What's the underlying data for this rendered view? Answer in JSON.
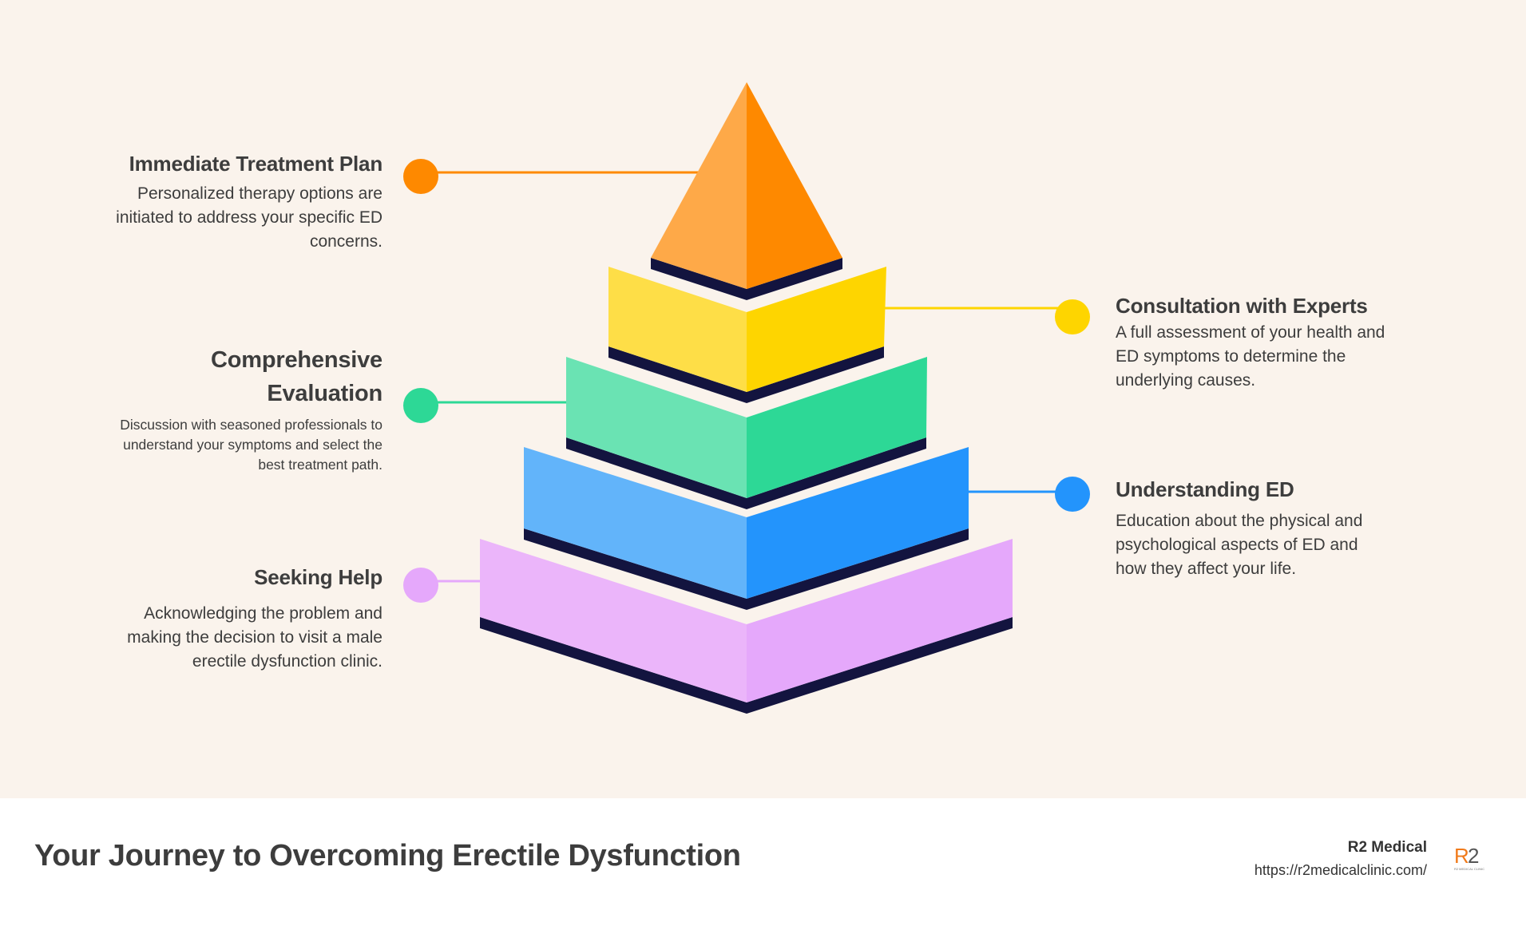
{
  "diagram": {
    "type": "pyramid",
    "layers": [
      {
        "title": "Immediate Treatment Plan",
        "description": "Personalized therapy options are initiated to address your specific ED concerns.",
        "color_light": "#fea948",
        "color_dark": "#fe8900"
      },
      {
        "title": "Consultation with Experts",
        "description": "A full assessment of your health and ED symptoms to determine the underlying causes.",
        "color_light": "#fede47",
        "color_dark": "#fed500"
      },
      {
        "title": "Comprehensive Evaluation",
        "description": "Discussion with seasoned professionals to understand your symptoms and select the best treatment path.",
        "color_light": "#6ae3b3",
        "color_dark": "#2dd896"
      },
      {
        "title": "Understanding ED",
        "description": "Education about the physical and psychological aspects of ED and how they affect your life.",
        "color_light": "#62b4fa",
        "color_dark": "#2394fc"
      },
      {
        "title": "Seeking Help",
        "description": "Acknowledging the problem and making the decision to visit a male erectile dysfunction clinic.",
        "color_light": "#ebb5fa",
        "color_dark": "#e5a8fb"
      }
    ],
    "edge_color": "#13143f",
    "background": "#faf3ec"
  },
  "footer": {
    "title": "Your Journey to Overcoming Erectile Dysfunction",
    "brand_name": "R2 Medical",
    "brand_url": "https://r2medicalclinic.com/",
    "logo_text": "R2",
    "logo_subtext": "R2 MEDICAL CLINIC"
  }
}
